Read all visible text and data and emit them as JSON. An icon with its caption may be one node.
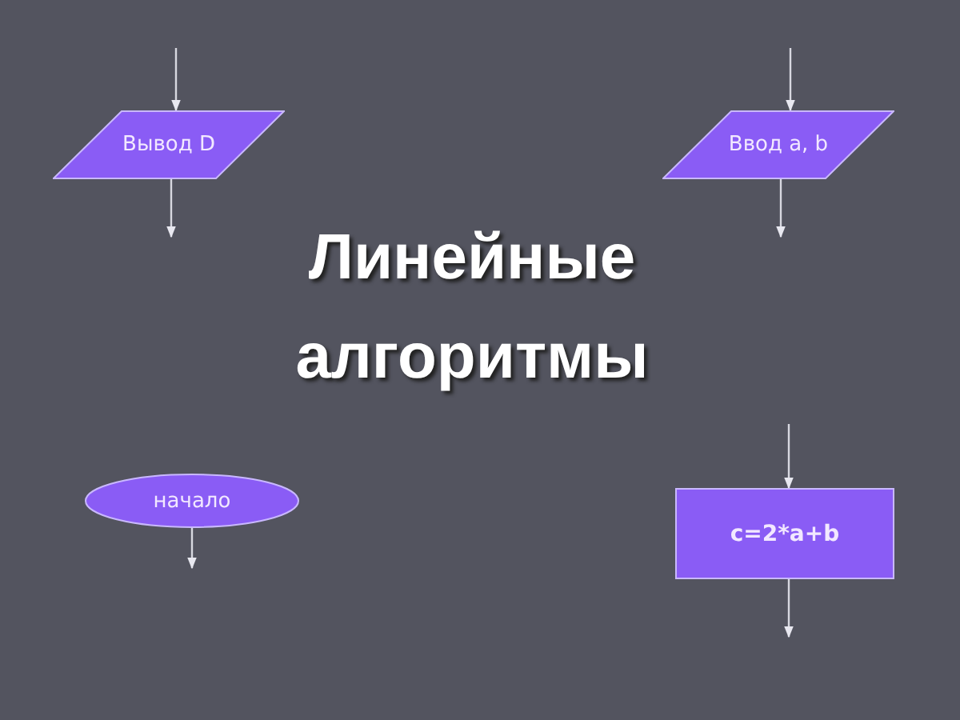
{
  "diagram": {
    "title": "Линейные алгоритмы",
    "nodes": [
      {
        "text": [
          "Вывод D"
        ]
      },
      {
        "text": [
          "Ввод a, b"
        ]
      },
      {
        "text": [
          "начало"
        ]
      },
      {
        "text": [
          "c=2*a+b"
        ]
      }
    ],
    "edges": [
      {
        "from": null,
        "to": 0,
        "arrow": "to"
      },
      {
        "from": 0,
        "to": null,
        "arrow": "to"
      },
      {
        "from": null,
        "to": 1,
        "arrow": "to"
      },
      {
        "from": 1,
        "to": null,
        "arrow": "to"
      },
      {
        "from": 2,
        "to": null,
        "arrow": "to"
      },
      {
        "from": null,
        "to": 3,
        "arrow": "to"
      },
      {
        "from": 3,
        "to": null,
        "arrow": "to"
      }
    ]
  }
}
